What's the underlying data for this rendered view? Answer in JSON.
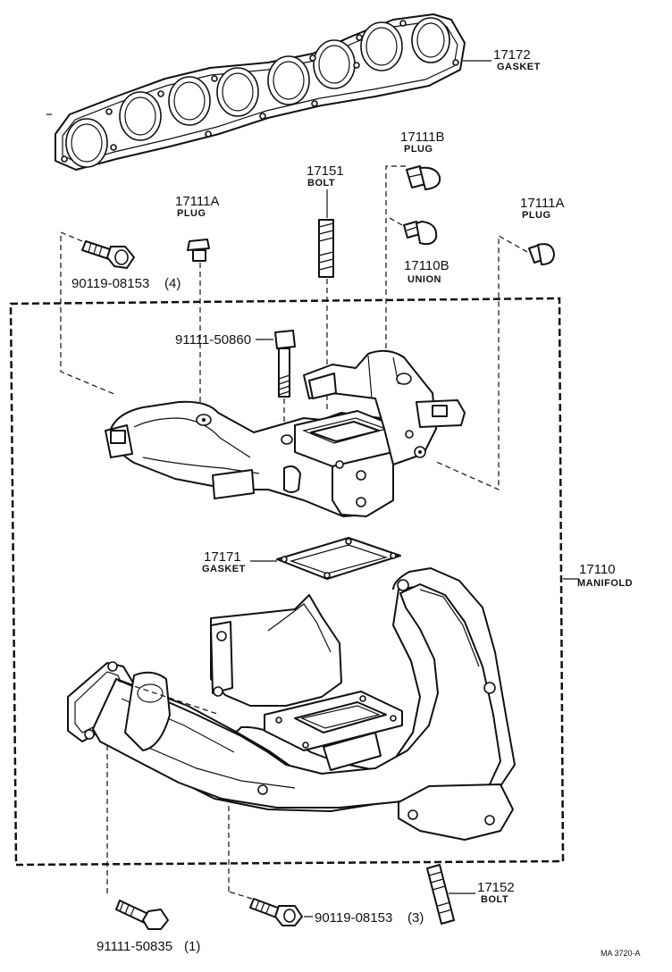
{
  "callouts": {
    "gasket_17172": {
      "number": "17172",
      "name": "GASKET"
    },
    "plug_17111b": {
      "number": "17111B",
      "name": "PLUG"
    },
    "bolt_17151": {
      "number": "17151",
      "name": "BOLT"
    },
    "plug_17111a_left": {
      "number": "17111A",
      "name": "PLUG"
    },
    "plug_17111a_right": {
      "number": "17111A",
      "name": "PLUG"
    },
    "union_17110b": {
      "number": "17110B",
      "name": "UNION"
    },
    "bolt_90119_top": {
      "number": "90119-08153",
      "qty": "(4)"
    },
    "bolt_91111_50860": {
      "number": "91111-50860"
    },
    "gasket_17171": {
      "number": "17171",
      "name": "GASKET"
    },
    "manifold_17110": {
      "number": "17110",
      "name": "MANIFOLD"
    },
    "stud_17152": {
      "number": "17152",
      "name": "BOLT"
    },
    "bolt_91111_50835": {
      "number": "91111-50835",
      "qty": "(1)"
    },
    "bolt_90119_bottom": {
      "number": "90119-08153",
      "qty": "(3)"
    }
  },
  "figure_ref": "MA 3720-A"
}
